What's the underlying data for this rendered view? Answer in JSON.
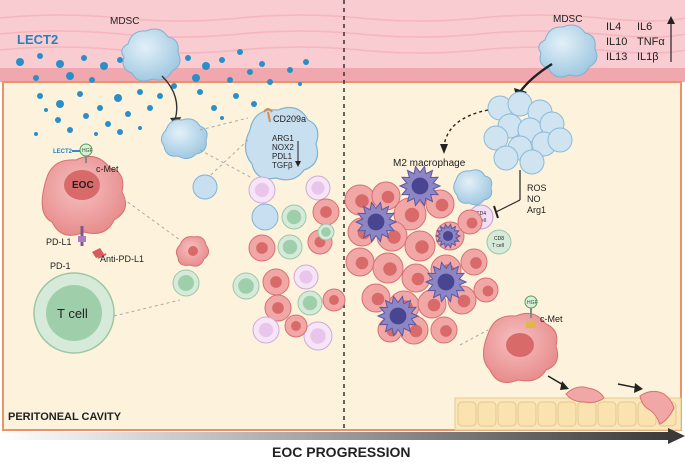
{
  "labels": {
    "lect2": "LECT2",
    "mdsc_left": "MDSC",
    "mdsc_right": "MDSC",
    "cd209a": "CD209a",
    "arg1": "ARG1",
    "nox2": "NOX2",
    "pdl1_upper": "PDL1",
    "tgfb": "TGFβ",
    "lect2_small": "LECT2",
    "hgf_left": "HGF",
    "cmet_left": "c-Met",
    "eoc": "EOC",
    "pdl1": "PD-L1",
    "anti_pdl1": "Anti-PD-L1",
    "pd1": "PD-1",
    "tcell": "T cell",
    "m2": "M2 macrophage",
    "ros": "ROS",
    "no": "NO",
    "arg1_right": "Arg1",
    "cd4": "CD4",
    "cd4_sub": "T cell",
    "cd8": "CD8",
    "cd8_sub": "T cell",
    "hgf_right": "HGF",
    "cmet_right": "c-Met",
    "peritoneal": "PERITONEAL CAVITY",
    "progression": "EOC PROGRESSION"
  },
  "cytokines": [
    "IL4",
    "IL6",
    "IL10",
    "TNFα",
    "IL13",
    "IL1β"
  ],
  "colors": {
    "vessel": "#f7c7cb",
    "cavity": "#fdf4df",
    "border": "#e8936a",
    "mdsc": "#b9d8ec",
    "tumor": "#f2a7a7",
    "macrophage": "#8c86c4",
    "tcell": "#cfe6d6",
    "lect2_dots": "#2a8fc9"
  }
}
